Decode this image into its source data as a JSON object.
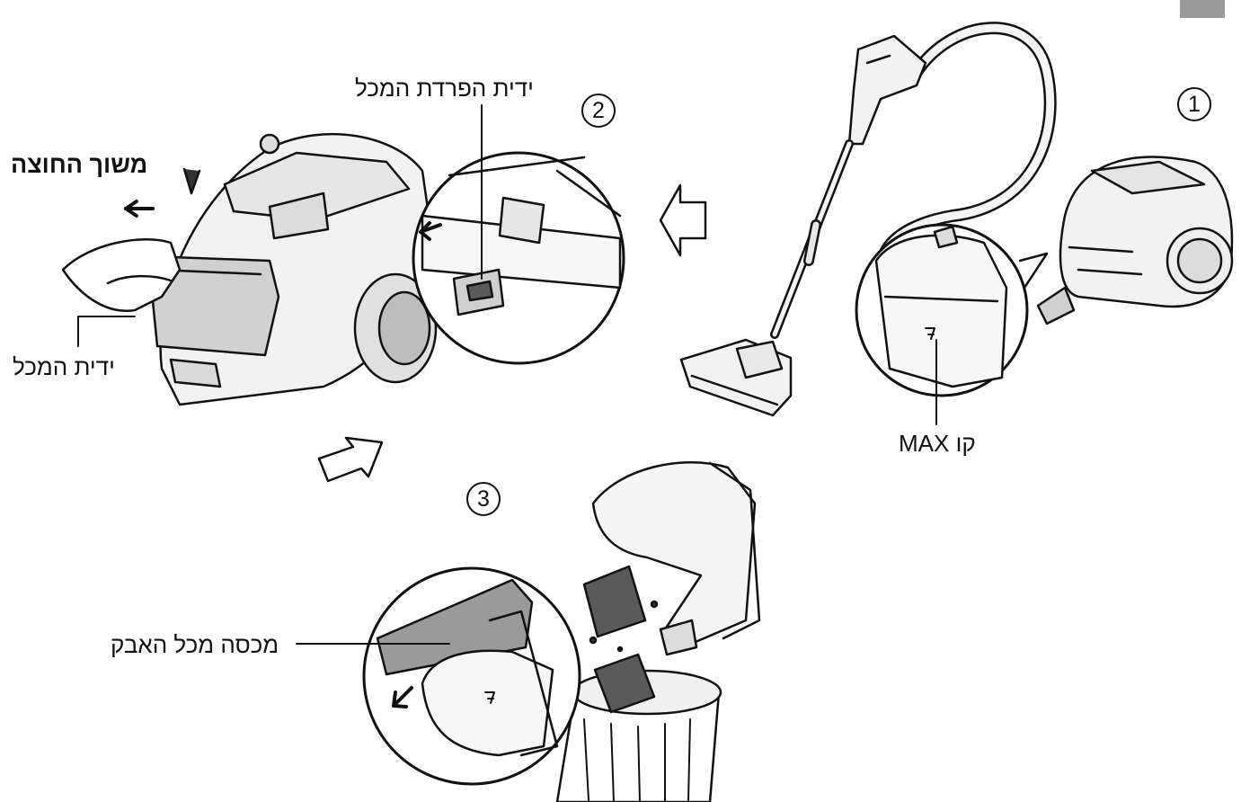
{
  "labels": {
    "pull_out": "משוך החוצה",
    "bin_release_handle": "ידית הפרדת המכל",
    "bin_handle": "ידית המכל",
    "max_line": "קו MAX",
    "dust_bin_cover": "מכסה מכל האבק"
  },
  "steps": {
    "step1": "1",
    "step2": "2",
    "step3": "3"
  },
  "colors": {
    "line": "#111111",
    "fill_light": "#f2f2f2",
    "fill_mid": "#d9d9d9",
    "fill_dark": "#5a5a5a",
    "corner_tab": "#9a9a9a"
  }
}
